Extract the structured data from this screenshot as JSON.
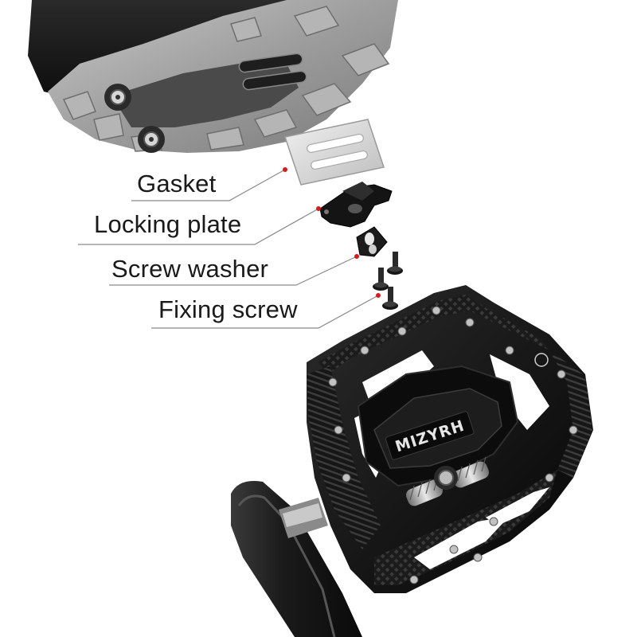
{
  "callouts": [
    {
      "id": "gasket",
      "label": "Gasket"
    },
    {
      "id": "locking_plate",
      "label": "Locking plate"
    },
    {
      "id": "screw_washer",
      "label": "Screw washer"
    },
    {
      "id": "fixing_screw",
      "label": "Fixing screw"
    }
  ],
  "brand": "MIZYRH",
  "colors": {
    "leader_line": "#8a8a8a",
    "marker_dot": "#d21e1e",
    "shoe_sole": "#9a9a9a",
    "pedal_body": "#111111"
  }
}
